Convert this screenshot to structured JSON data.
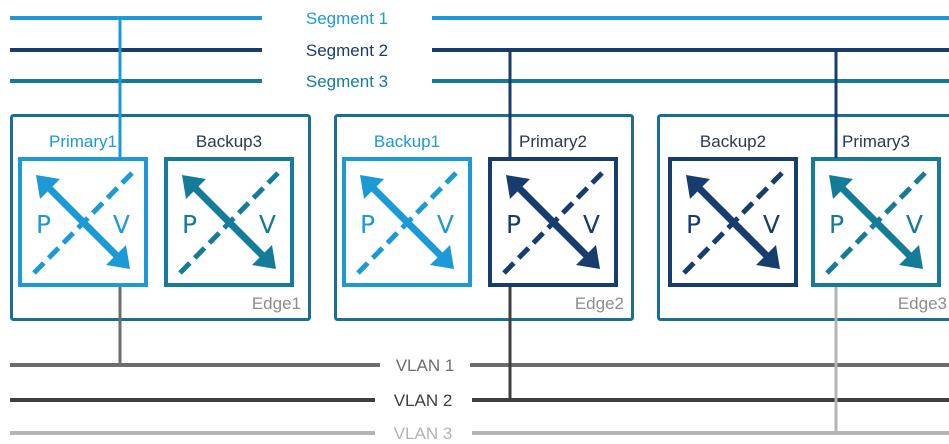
{
  "colors": {
    "light_blue": "#1b9ad6",
    "mid_blue": "#1a6e93",
    "dark_navy": "#173d6e",
    "teal": "#147b99",
    "edge_gray": "#8c8c8c",
    "vlan1": "#6d6d6d",
    "vlan2": "#3e3e3e",
    "vlan3": "#b4b4b4"
  },
  "segments": [
    {
      "label": "Segment 1",
      "color": "#1b9ad6"
    },
    {
      "label": "Segment 2",
      "color": "#173d6e"
    },
    {
      "label": "Segment 3",
      "color": "#147b99"
    }
  ],
  "vlans": [
    {
      "label": "VLAN 1",
      "color": "#6d6d6d"
    },
    {
      "label": "VLAN 2",
      "color": "#3e3e3e"
    },
    {
      "label": "VLAN 3",
      "color": "#b4b4b4"
    }
  ],
  "edges": [
    {
      "label": "Edge1",
      "routers": [
        {
          "label": "Primary1",
          "color": "#1b9ad6",
          "p": "P",
          "v": "V"
        },
        {
          "label": "Backup3",
          "color": "#147b99",
          "p": "P",
          "v": "V"
        }
      ]
    },
    {
      "label": "Edge2",
      "routers": [
        {
          "label": "Backup1",
          "color": "#1b9ad6",
          "p": "P",
          "v": "V"
        },
        {
          "label": "Primary2",
          "color": "#173d6e",
          "p": "P",
          "v": "V"
        }
      ]
    },
    {
      "label": "Edge3",
      "routers": [
        {
          "label": "Backup2",
          "color": "#173d6e",
          "p": "P",
          "v": "V"
        },
        {
          "label": "Primary3",
          "color": "#147b99",
          "p": "P",
          "v": "V"
        }
      ]
    }
  ]
}
